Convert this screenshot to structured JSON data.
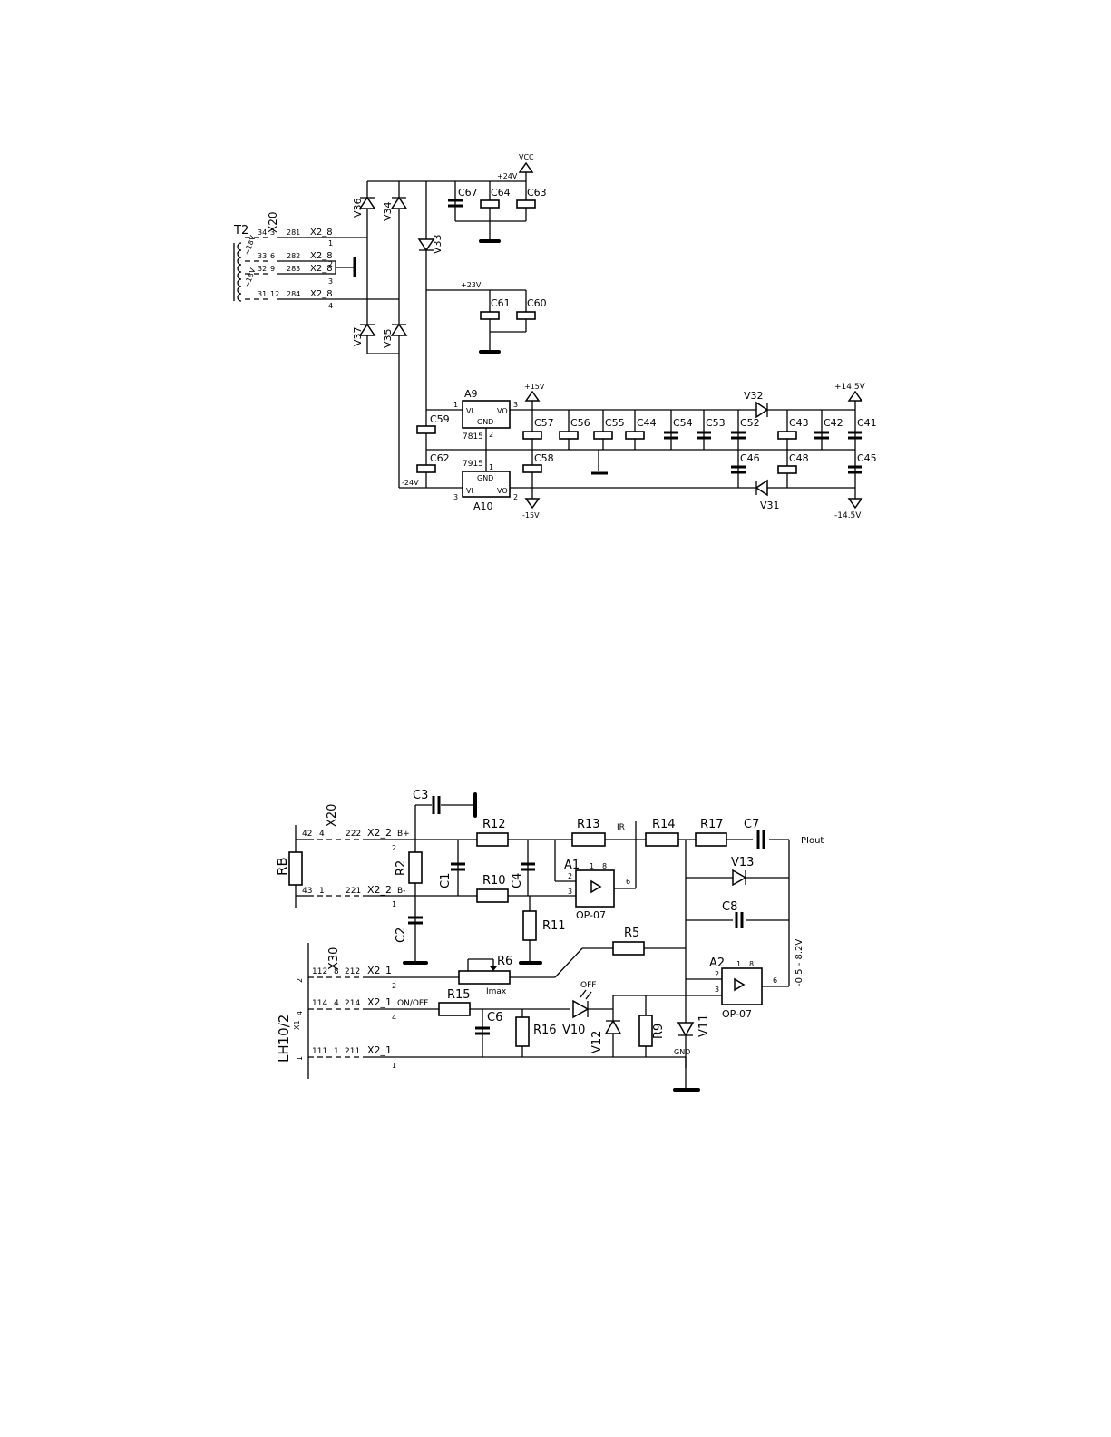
{
  "supply": {
    "transformer": "T2",
    "connector": "X20",
    "winding_upper": "~18V",
    "winding_lower": "~18V",
    "pins_left": [
      "34",
      "33",
      "32",
      "31"
    ],
    "pins_mid": [
      "3",
      "6",
      "9",
      "12"
    ],
    "wires": [
      "281",
      "282",
      "283",
      "284"
    ],
    "plug": "X2_8",
    "plug_pins": [
      "1",
      "2",
      "3",
      "4"
    ],
    "diodes": [
      "V36",
      "V34",
      "V37",
      "V35",
      "V33"
    ],
    "rail_24": "+24V",
    "rail_23": "+23V",
    "rail_neg24": "-24V",
    "vcc": "VCC",
    "caps_top": [
      "C67",
      "C64",
      "C63"
    ],
    "caps_23": [
      "C61",
      "C60"
    ],
    "reg_top": {
      "name": "A9",
      "part": "7815",
      "vi": "VI",
      "vo": "VO",
      "gnd": "GND",
      "pin_in": "1",
      "pin_out": "3",
      "pin_gnd": "2"
    },
    "reg_bot": {
      "name": "A10",
      "part": "7915",
      "vi": "VI",
      "vo": "VO",
      "gnd": "GND",
      "pin_in": "3",
      "pin_out": "2",
      "pin_gnd": "1"
    },
    "p15": "+15V",
    "n15": "-15V",
    "p145": "+14.5V",
    "n145": "-14.5V",
    "c59": "C59",
    "c62": "C62",
    "caps_pos": [
      "C57",
      "C56",
      "C55",
      "C44",
      "C54",
      "C53",
      "C52",
      "C43",
      "C42",
      "C41"
    ],
    "caps_neg": [
      "C58",
      "C46",
      "C48",
      "C45"
    ],
    "v32": "V32",
    "v31": "V31"
  },
  "signal": {
    "rb": "RB",
    "x20": "X20",
    "x30": "X30",
    "lh": "LH10/2",
    "x1": "X1",
    "rb_pins": [
      "42",
      "4",
      "222",
      "X2_2",
      "B+",
      "2"
    ],
    "rb_pins2": [
      "43",
      "1",
      "221",
      "X2_2",
      "B-",
      "1"
    ],
    "x1_side": [
      "2",
      "4",
      "1"
    ],
    "row_pot": [
      "112",
      "8",
      "212",
      "X2_1",
      "2"
    ],
    "row_on": [
      "114",
      "4",
      "214",
      "X2_1",
      "ON/OFF",
      "4"
    ],
    "row_gnd": [
      "111",
      "1",
      "211",
      "X2_1",
      "1"
    ],
    "r": {
      "R2": "R2",
      "R12": "R12",
      "R10": "R10",
      "R11": "R11",
      "R13": "R13",
      "R14": "R14",
      "R17": "R17",
      "R5": "R5",
      "R6": "R6",
      "R15": "R15",
      "R16": "R16",
      "R9": "R9"
    },
    "c": {
      "C1": "C1",
      "C2": "C2",
      "C3": "C3",
      "C4": "C4",
      "C6": "C6",
      "C7": "C7",
      "C8": "C8"
    },
    "ir": "IR",
    "imax": "Imax",
    "pout": "PIout",
    "range": "-0.5 - 8.2V",
    "a1": "A1",
    "a2": "A2",
    "op": "OP-07",
    "v10": "V10",
    "v11": "V11",
    "v12": "V12",
    "v13": "V13",
    "off": "OFF",
    "gndlbl": "GND",
    "a1pins": [
      "1",
      "8",
      "2",
      "3",
      "6"
    ],
    "a2pins": [
      "1",
      "8",
      "2",
      "3",
      "6"
    ]
  }
}
